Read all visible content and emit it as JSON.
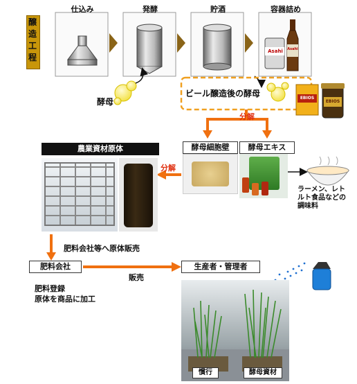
{
  "process_label": "醸造工程",
  "stages": [
    "仕込み",
    "発酵",
    "貯酒",
    "容器詰め"
  ],
  "yeast_label": "酵母",
  "after_brewing_label": "ビール醸造後の酵母",
  "decompose_label": "分解",
  "cell_wall_label": "酵母細胞壁",
  "extract_label": "酵母エキス",
  "raw_material_title": "農業資材原体",
  "decompose_label_2": "分解",
  "seasoning_label": "ラーメン、レトルト食品などの調味料",
  "sale_note": "肥料会社等へ原体販売",
  "fertilizer_company": "肥料会社",
  "fertilizer_notes": [
    "肥料登録",
    "原体を商品に加工"
  ],
  "sales_label": "販売",
  "producers_label": "生産者・管理者",
  "plot_labels": [
    "慣行",
    "酵母資材"
  ],
  "brands": {
    "can": "Asahi",
    "bottle": "Asahi",
    "ebios": "EBIOS"
  },
  "colors": {
    "accent": "#f07010",
    "dashed": "#f0a020",
    "process": "#c8960a"
  }
}
